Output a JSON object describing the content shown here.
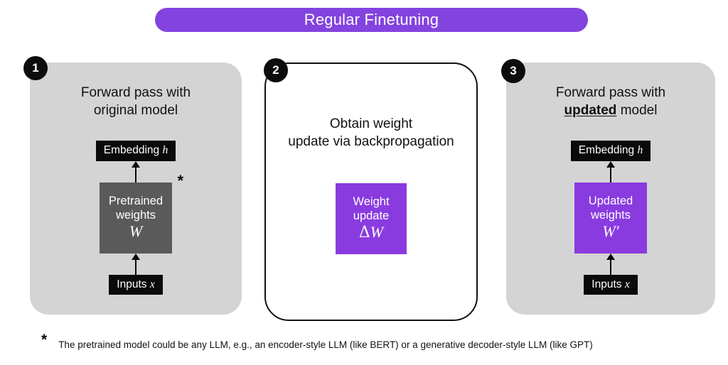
{
  "title": {
    "text": "Regular Finetuning",
    "banner_color": "#8343DF",
    "text_color": "#FFFFFF"
  },
  "colors": {
    "panel_grey": "#D4D4D4",
    "pretrained_box": "#5A5A5A",
    "purple_box": "#8A3BE0",
    "chip_black": "#0A0A0A",
    "badge_black": "#0D0D0D"
  },
  "panels": [
    {
      "badge": "1",
      "heading_line1": "Forward pass with",
      "heading_line2_prefix": "",
      "heading_line2_emph": "",
      "heading_line2_suffix": "original model",
      "style": "grey",
      "output_chip": {
        "label": "Embedding",
        "variable": "h"
      },
      "weight_box": {
        "line1": "Pretrained",
        "line2": "weights",
        "symbol": "W",
        "symbol_prefix": "",
        "color": "#5A5A5A",
        "footnote_marker": "*"
      },
      "input_chip": {
        "label": "Inputs",
        "variable": "x"
      }
    },
    {
      "badge": "2",
      "heading_line1": "Obtain weight",
      "heading_line2_prefix": "",
      "heading_line2_emph": "",
      "heading_line2_suffix": "update via backpropagation",
      "style": "outlined",
      "weight_box": {
        "line1": "Weight",
        "line2": "update",
        "symbol": "W",
        "symbol_prefix": "Δ",
        "color": "#8A3BE0",
        "footnote_marker": ""
      }
    },
    {
      "badge": "3",
      "heading_line1": "Forward pass with",
      "heading_line2_prefix": "",
      "heading_line2_emph": "updated",
      "heading_line2_suffix": " model",
      "style": "grey",
      "output_chip": {
        "label": "Embedding",
        "variable": "h"
      },
      "weight_box": {
        "line1": "Updated",
        "line2": "weights",
        "symbol": "W′",
        "symbol_prefix": "",
        "color": "#8A3BE0",
        "footnote_marker": ""
      },
      "input_chip": {
        "label": "Inputs",
        "variable": "x"
      }
    }
  ],
  "footnote": {
    "marker": "*",
    "text": "The pretrained model could be any LLM, e.g., an encoder-style LLM (like BERT) or a generative decoder-style LLM (like GPT)"
  }
}
